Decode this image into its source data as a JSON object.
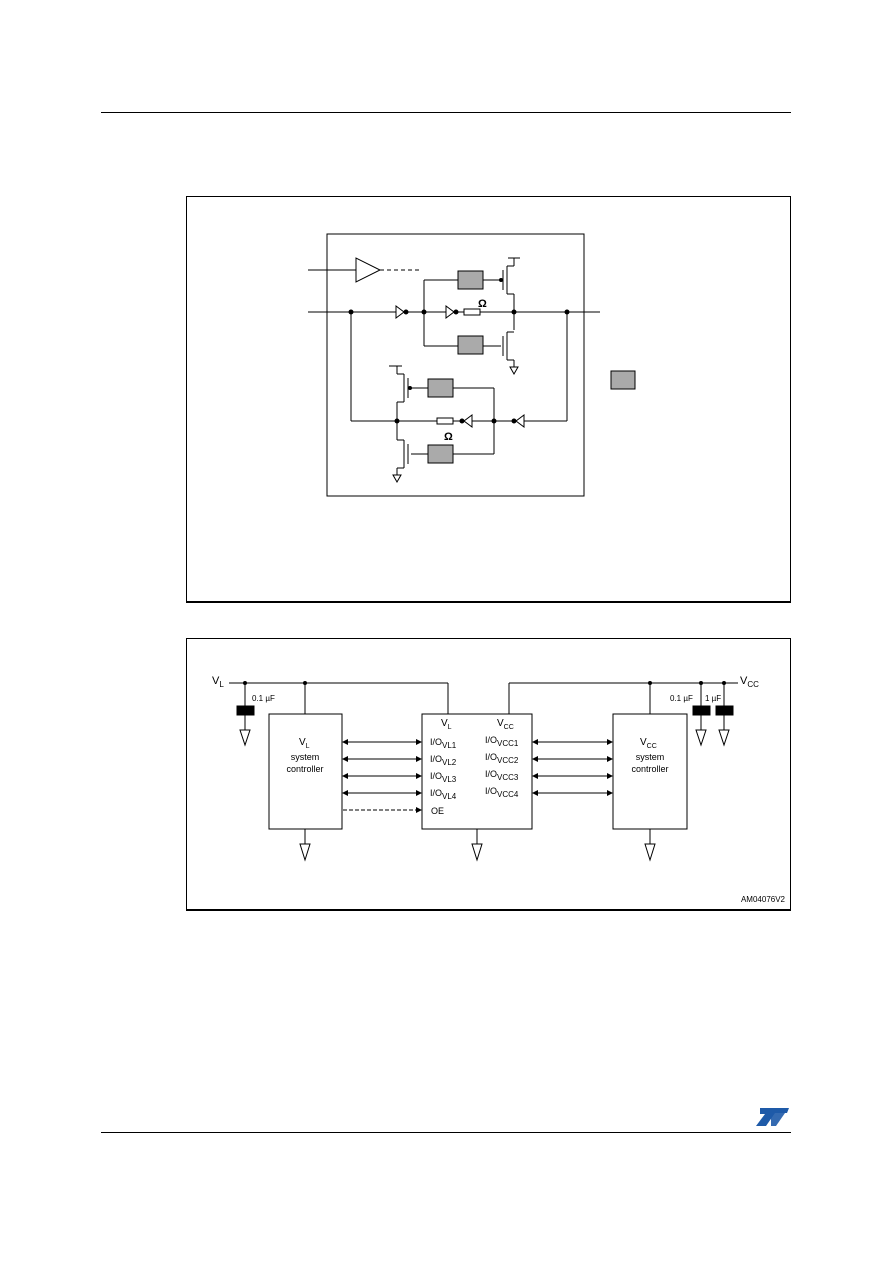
{
  "figure1": {
    "ohm_top": "Ω",
    "ohm_bottom": "Ω"
  },
  "figure2": {
    "vl_rail": {
      "main": "V",
      "sub": "L"
    },
    "vcc_rail": {
      "main": "V",
      "sub": "CC"
    },
    "cap_left": "0.1 µF",
    "cap_right_1": "0.1 µF",
    "cap_right_2": "1 µF",
    "vl_controller": {
      "main": "V",
      "sub": "L",
      "line2": "system",
      "line3": "controller"
    },
    "vcc_controller": {
      "main": "V",
      "sub": "CC",
      "line2": "system",
      "line3": "controller"
    },
    "chip": {
      "vl_pin": {
        "main": "V",
        "sub": "L"
      },
      "vcc_pin": {
        "main": "V",
        "sub": "CC"
      },
      "left_pins": [
        {
          "main": "I/O",
          "sub": "VL1"
        },
        {
          "main": "I/O",
          "sub": "VL2"
        },
        {
          "main": "I/O",
          "sub": "VL3"
        },
        {
          "main": "I/O",
          "sub": "VL4"
        }
      ],
      "oe_pin": "OE",
      "right_pins": [
        {
          "main": "I/O",
          "sub": "VCC1"
        },
        {
          "main": "I/O",
          "sub": "VCC2"
        },
        {
          "main": "I/O",
          "sub": "VCC3"
        },
        {
          "main": "I/O",
          "sub": "VCC4"
        }
      ]
    },
    "figure_code": "AM04076V2"
  },
  "brand": {
    "logo": "ST",
    "color": "#1e5aa8"
  }
}
